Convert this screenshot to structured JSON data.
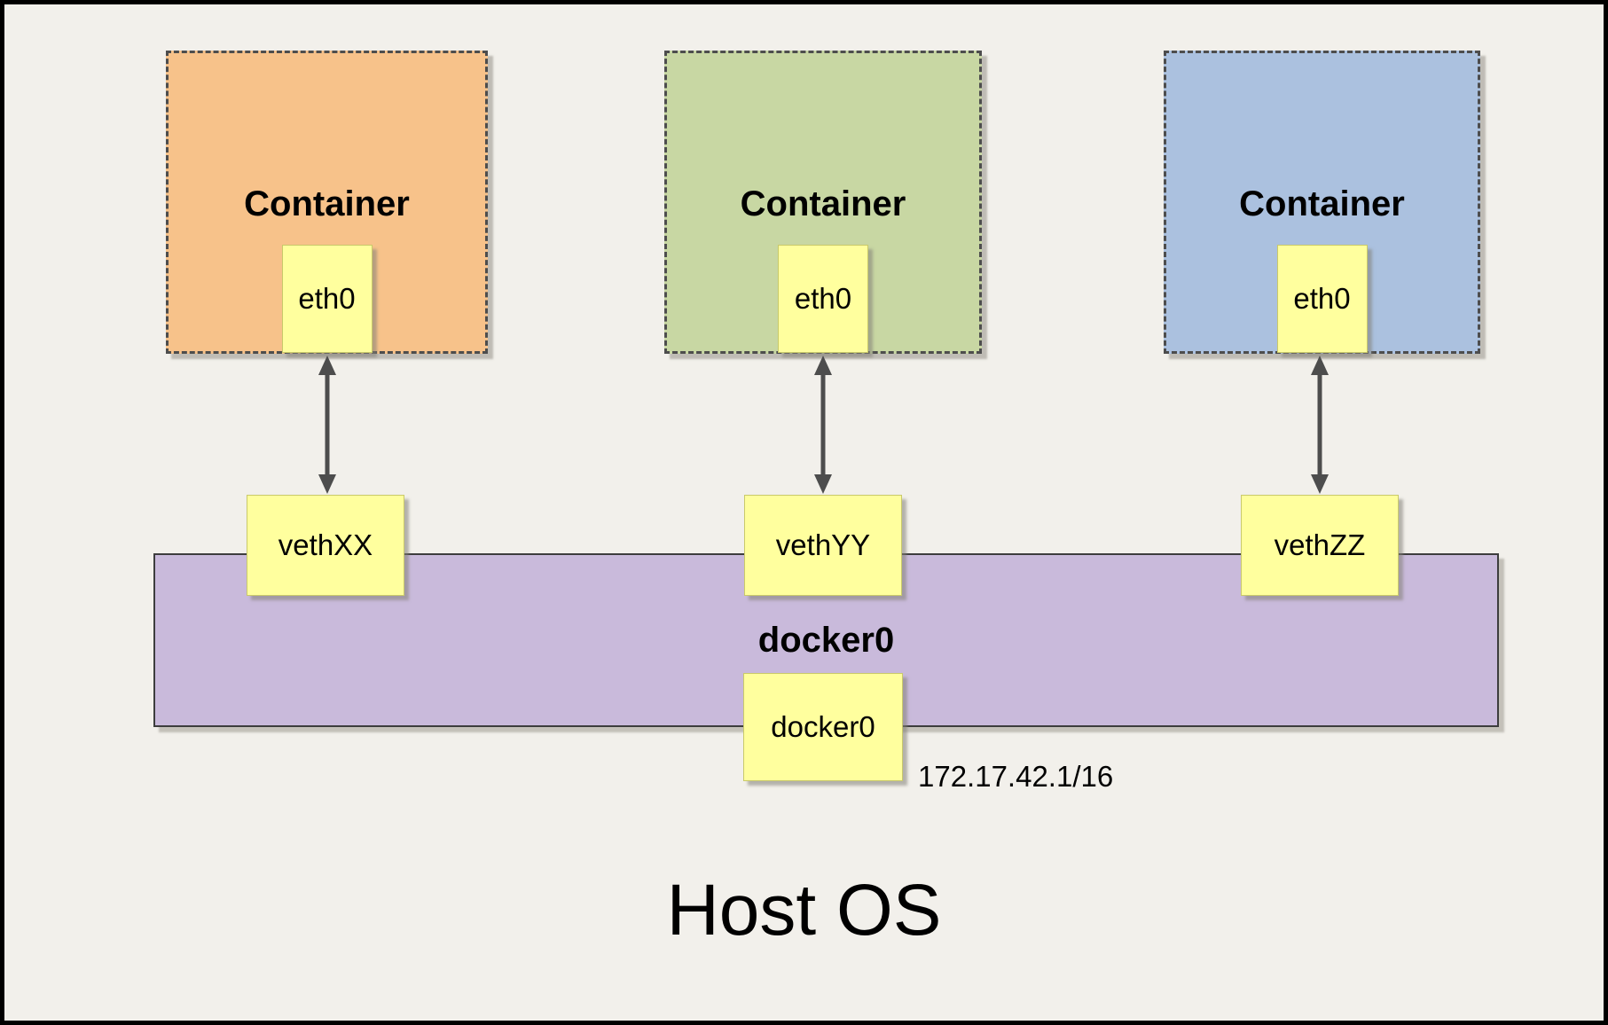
{
  "diagram": {
    "containers": [
      {
        "label": "Container",
        "interface": "eth0",
        "veth": "vethXX",
        "fill": "#f7c28a"
      },
      {
        "label": "Container",
        "interface": "eth0",
        "veth": "vethYY",
        "fill": "#c8d7a3"
      },
      {
        "label": "Container",
        "interface": "eth0",
        "veth": "vethZZ",
        "fill": "#abc1df"
      }
    ],
    "bridge": {
      "label": "docker0",
      "interface_label": "docker0",
      "ip": "172.17.42.1/16",
      "fill": "#c9badb"
    },
    "host_label": "Host OS",
    "colors": {
      "note_fill": "#ffff9e",
      "background": "#f2f0eb",
      "arrow": "#4d4d4d"
    }
  }
}
